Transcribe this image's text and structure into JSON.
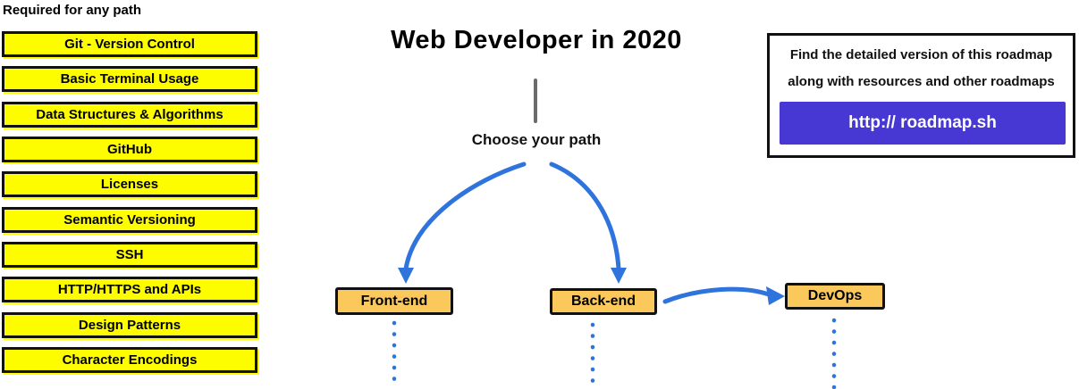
{
  "left_panel": {
    "heading": "Required for any path",
    "items": [
      "Git - Version Control",
      "Basic Terminal Usage",
      "Data Structures & Algorithms",
      "GitHub",
      "Licenses",
      "Semantic Versioning",
      "SSH",
      "HTTP/HTTPS and APIs",
      "Design Patterns",
      "Character Encodings"
    ]
  },
  "center": {
    "title": "Web Developer in 2020",
    "choose_label": "Choose your path",
    "paths": [
      {
        "label": "Front-end"
      },
      {
        "label": "Back-end"
      },
      {
        "label": "DevOps"
      }
    ]
  },
  "info_box": {
    "line1": "Find the detailed version of this roadmap",
    "line2": "along with resources and other roadmaps",
    "button_label": "http:// roadmap.sh"
  },
  "colors": {
    "topic_yellow": "#fdfd00",
    "path_orange": "#fbc95b",
    "arrow_blue": "#2f74dd",
    "button_purple": "#4737d3",
    "outline_black": "#111111",
    "connector_gray": "#6b6b6b"
  }
}
